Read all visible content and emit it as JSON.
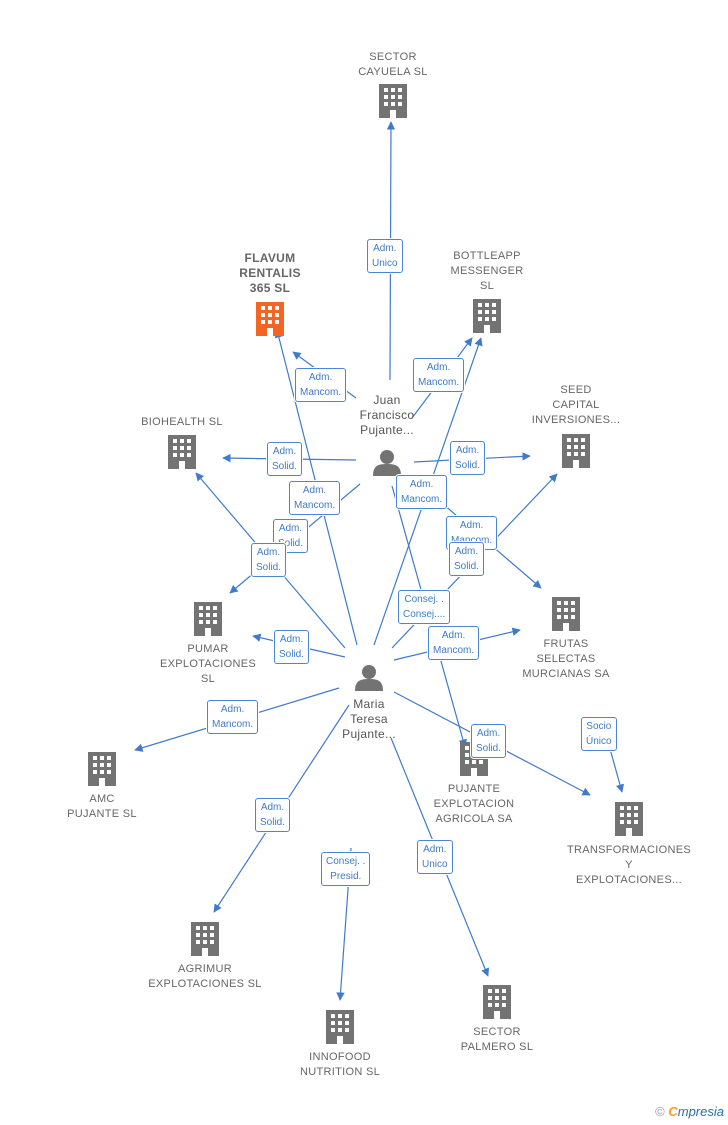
{
  "colors": {
    "edge": "#3f7bc8",
    "building": "#737373",
    "focus_building": "#f26522",
    "person": "#737373"
  },
  "nodes": [
    {
      "id": "sector_cayuela",
      "kind": "company",
      "lines": [
        "SECTOR",
        "CAYUELA SL"
      ]
    },
    {
      "id": "flavum",
      "kind": "focus",
      "lines": [
        "FLAVUM",
        "RENTALIS",
        "365  SL"
      ]
    },
    {
      "id": "bottleapp",
      "kind": "company",
      "lines": [
        "BOTTLEAPP",
        "MESSENGER",
        "SL"
      ]
    },
    {
      "id": "juan",
      "kind": "person",
      "lines": [
        "Juan",
        "Francisco",
        "Pujante..."
      ]
    },
    {
      "id": "seed",
      "kind": "company",
      "lines": [
        "SEED",
        "CAPITAL",
        "INVERSIONES..."
      ]
    },
    {
      "id": "biohealth",
      "kind": "company",
      "lines": [
        "BIOHEALTH  SL"
      ]
    },
    {
      "id": "frutas",
      "kind": "company",
      "lines": [
        "FRUTAS",
        "SELECTAS",
        "MURCIANAS SA"
      ]
    },
    {
      "id": "pumar",
      "kind": "company",
      "lines": [
        "PUMAR",
        "EXPLOTACIONES",
        "SL"
      ]
    },
    {
      "id": "maria",
      "kind": "person",
      "lines": [
        "Maria",
        "Teresa",
        "Pujante..."
      ]
    },
    {
      "id": "amc",
      "kind": "company",
      "lines": [
        "AMC",
        "PUJANTE SL"
      ]
    },
    {
      "id": "pujante_agricola",
      "kind": "company",
      "lines": [
        "PUJANTE",
        "EXPLOTACION",
        "AGRICOLA SA"
      ]
    },
    {
      "id": "transformaciones",
      "kind": "company",
      "lines": [
        "TRANSFORMACIONES",
        "Y",
        "EXPLOTACIONES..."
      ]
    },
    {
      "id": "agrimur",
      "kind": "company",
      "lines": [
        "AGRIMUR",
        "EXPLOTACIONES SL"
      ]
    },
    {
      "id": "sector_palmero",
      "kind": "company",
      "lines": [
        "SECTOR",
        "PALMERO SL"
      ]
    },
    {
      "id": "innofood",
      "kind": "company",
      "lines": [
        "INNOFOOD",
        "NUTRITION  SL"
      ]
    }
  ],
  "edge_labels": [
    {
      "id": "juan_cayuela",
      "lines": [
        "Adm.",
        "Unico"
      ]
    },
    {
      "id": "juan_flavum",
      "lines": [
        "Adm.",
        "Mancom."
      ]
    },
    {
      "id": "juan_bottleapp",
      "lines": [
        "Adm.",
        "Mancom."
      ]
    },
    {
      "id": "juan_biohealth",
      "lines": [
        "Adm.",
        "Solid."
      ]
    },
    {
      "id": "juan_seed",
      "lines": [
        "Adm.",
        "Solid."
      ]
    },
    {
      "id": "maria_flavum",
      "lines": [
        "Adm.",
        "Mancom."
      ]
    },
    {
      "id": "maria_bottleapp",
      "lines": [
        "Adm.",
        "Mancom."
      ]
    },
    {
      "id": "maria_biohealth",
      "lines": [
        "Adm.",
        "Solid."
      ]
    },
    {
      "id": "juan_pumar",
      "lines": [
        "Adm.",
        "Solid."
      ]
    },
    {
      "id": "maria_seed",
      "lines": [
        "Adm.",
        "Mancom."
      ]
    },
    {
      "id": "juan_frutas",
      "lines": [
        "Adm.",
        "Solid."
      ]
    },
    {
      "id": "juan_agricola",
      "lines": [
        "Consej. .",
        "Consej...."
      ]
    },
    {
      "id": "maria_pumar",
      "lines": [
        "Adm.",
        "Solid."
      ]
    },
    {
      "id": "maria_frutas",
      "lines": [
        "Adm.",
        "Mancom."
      ]
    },
    {
      "id": "maria_amc",
      "lines": [
        "Adm.",
        "Mancom."
      ]
    },
    {
      "id": "maria_transformaciones",
      "lines": [
        "Adm.",
        "Solid."
      ]
    },
    {
      "id": "frutas_transformaciones",
      "lines": [
        "Socio",
        "Único"
      ]
    },
    {
      "id": "maria_agrimur",
      "lines": [
        "Adm.",
        "Solid."
      ]
    },
    {
      "id": "maria_innofood",
      "lines": [
        "Consej. .",
        "Presid."
      ]
    },
    {
      "id": "maria_palmero",
      "lines": [
        "Adm.",
        "Unico"
      ]
    }
  ],
  "brand": {
    "copyright": "©",
    "initial": "C",
    "rest": "mpresia"
  }
}
